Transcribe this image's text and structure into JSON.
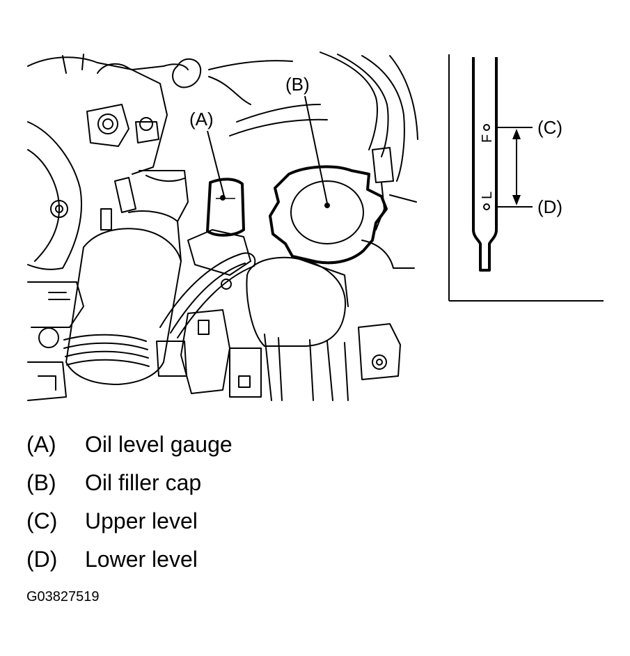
{
  "callouts": {
    "a": "(A)",
    "b": "(B)",
    "c": "(C)",
    "d": "(D)"
  },
  "dipstick": {
    "upper_mark": "F",
    "lower_mark": "L"
  },
  "legend": [
    {
      "key": "(A)",
      "text": "Oil level gauge"
    },
    {
      "key": "(B)",
      "text": "Oil filler cap"
    },
    {
      "key": "(C)",
      "text": "Upper level"
    },
    {
      "key": "(D)",
      "text": "Lower level"
    }
  ],
  "figure_id": "G03827519"
}
